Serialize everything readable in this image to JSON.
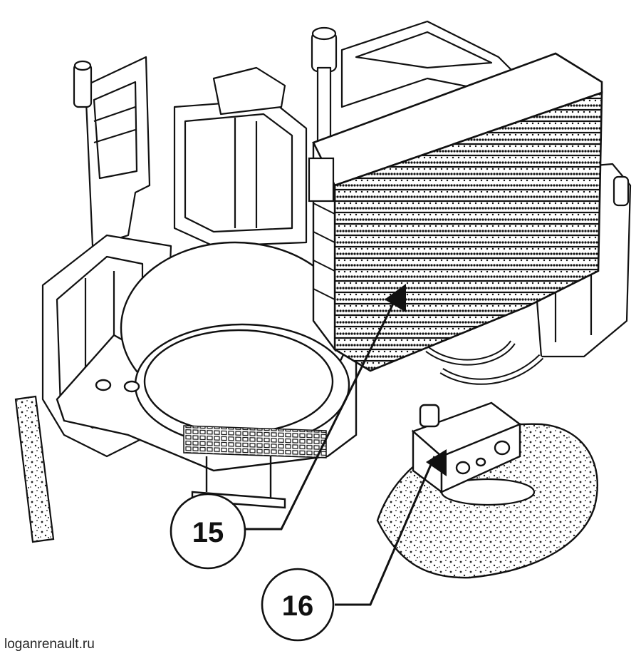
{
  "diagram": {
    "callouts": [
      {
        "id": "15",
        "label": "15",
        "target": "evaporator"
      },
      {
        "id": "16",
        "label": "16",
        "target": "expansion-valve"
      }
    ],
    "watermark": "loganrenault.ru",
    "line_color": "#111111",
    "foam_color": "#d9d9d9"
  }
}
